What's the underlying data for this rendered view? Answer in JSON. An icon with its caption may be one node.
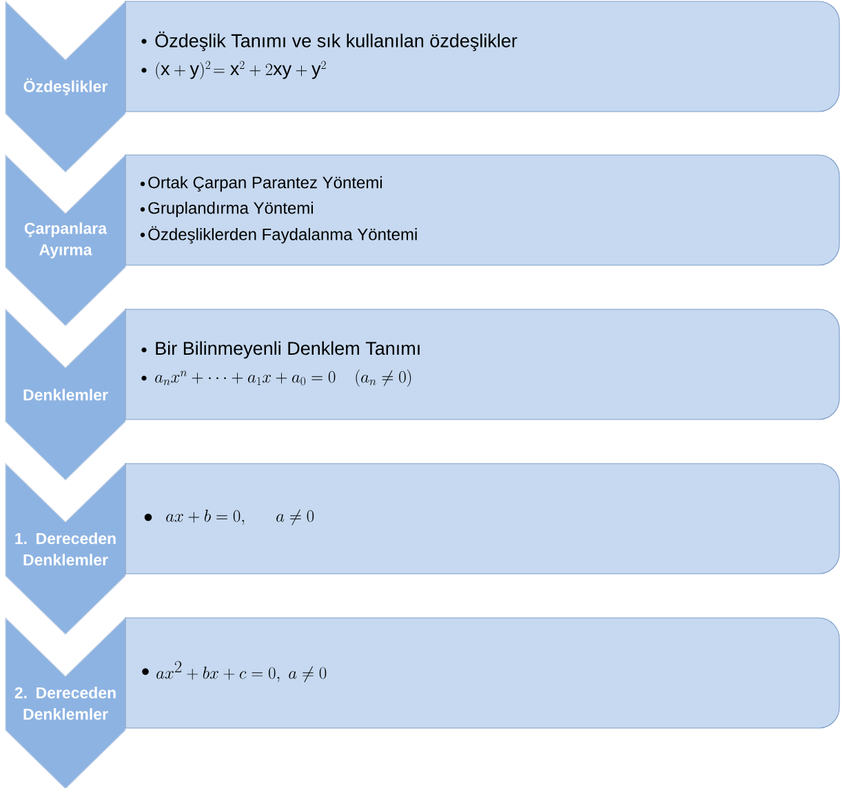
{
  "diagram": {
    "nodes": [
      {
        "text": [
          "Özdeşlikler"
        ]
      },
      {
        "text": [
          "Özdeşlik  Tanımı ve sık kullanılan özdeşlikler",
          "(\\mathrm{x}+\\mathrm{y})^{2}\\!=\\mathrm{x}^{2}+2\\mathrm{xy}+\\mathrm{y}^{2}"
        ]
      },
      {
        "text": [
          "Çarpanlara Ayırma"
        ]
      },
      {
        "text": [
          "Ortak Çarpan Parantez Yöntemi",
          "Gruplandırma Yöntemi",
          "Özdeşliklerden Faydalanma Yöntemi"
        ]
      },
      {
        "text": [
          "Denklemler"
        ]
      },
      {
        "text": [
          "Bir Bilinmeyenli Denklem Tanımı",
          "a_{n}x^{n}+\\cdots+a_{1}x+a_{0}=0\\quad(a_{n}\\neq 0)"
        ]
      },
      {
        "text": [
          "1. Dereceden Denklemler"
        ]
      },
      {
        "text": [
          "ax+b=0,\\quad a\\neq 0"
        ]
      },
      {
        "text": [
          "2. Dereceden Denklemler"
        ]
      },
      {
        "text": [
          "ax^{2}+bx+c=0,\\; a\\neq 0"
        ]
      }
    ]
  }
}
